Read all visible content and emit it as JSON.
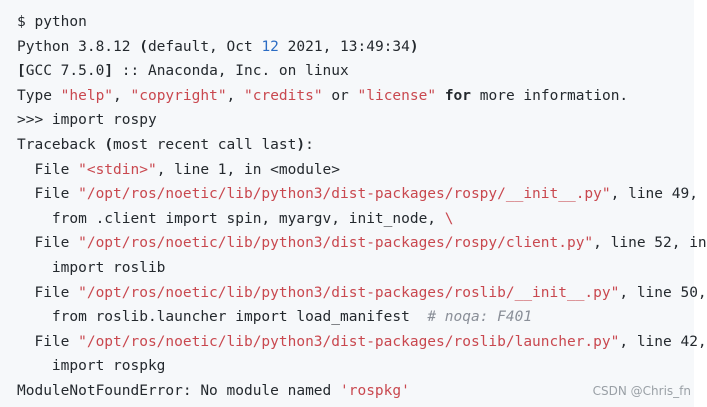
{
  "terminal": {
    "lines": [
      {
        "text": "$ python",
        "segments": [
          {
            "t": "$ python"
          }
        ]
      },
      {
        "text": "Python 3.8.12 (default, Oct 12 2021, 13:49:34)",
        "segments": [
          {
            "t": "Python 3.8.12 "
          },
          {
            "t": "(",
            "c": "bold"
          },
          {
            "t": "default, Oct "
          },
          {
            "t": "12",
            "c": "num"
          },
          {
            "t": " 2021, 13:49:34"
          },
          {
            "t": ")",
            "c": "bold"
          }
        ]
      },
      {
        "text": "[GCC 7.5.0] :: Anaconda, Inc. on linux",
        "segments": [
          {
            "t": "[",
            "c": "bold"
          },
          {
            "t": "GCC 7.5.0"
          },
          {
            "t": "]",
            "c": "bold"
          },
          {
            "t": " :: Anaconda, Inc. on linux"
          }
        ]
      },
      {
        "text": "Type \"help\", \"copyright\", \"credits\" or \"license\" for more information.",
        "segments": [
          {
            "t": "Type "
          },
          {
            "t": "\"help\"",
            "c": "str"
          },
          {
            "t": ", "
          },
          {
            "t": "\"copyright\"",
            "c": "str"
          },
          {
            "t": ", "
          },
          {
            "t": "\"credits\"",
            "c": "str"
          },
          {
            "t": " or "
          },
          {
            "t": "\"license\"",
            "c": "str"
          },
          {
            "t": " "
          },
          {
            "t": "for",
            "c": "kw"
          },
          {
            "t": " more information."
          }
        ]
      },
      {
        "text": ">>> import rospy",
        "segments": [
          {
            "t": ">>> import rospy"
          }
        ]
      },
      {
        "text": "Traceback (most recent call last):",
        "segments": [
          {
            "t": "Traceback "
          },
          {
            "t": "(",
            "c": "bold"
          },
          {
            "t": "most recent call last"
          },
          {
            "t": ")",
            "c": "bold"
          },
          {
            "t": ":"
          }
        ]
      },
      {
        "text": "  File \"<stdin>\", line 1, in <module>",
        "segments": [
          {
            "t": "  File "
          },
          {
            "t": "\"<stdin>\"",
            "c": "str"
          },
          {
            "t": ", line 1, in <module>"
          }
        ]
      },
      {
        "text": "  File \"/opt/ros/noetic/lib/python3/dist-packages/rospy/__init__.py\", line 49,",
        "segments": [
          {
            "t": "  File "
          },
          {
            "t": "\"/opt/ros/noetic/lib/python3/dist-packages/rospy/__init__.py\"",
            "c": "str"
          },
          {
            "t": ", line 49,"
          }
        ]
      },
      {
        "text": "    from .client import spin, myargv, init_node, \\",
        "segments": [
          {
            "t": "    from .client import spin, myargv, init_node, "
          },
          {
            "t": "\\",
            "c": "str"
          }
        ]
      },
      {
        "text": "  File \"/opt/ros/noetic/lib/python3/dist-packages/rospy/client.py\", line 52, in",
        "segments": [
          {
            "t": "  File "
          },
          {
            "t": "\"/opt/ros/noetic/lib/python3/dist-packages/rospy/client.py\"",
            "c": "str"
          },
          {
            "t": ", line 52, in"
          }
        ]
      },
      {
        "text": "    import roslib",
        "segments": [
          {
            "t": "    import roslib"
          }
        ]
      },
      {
        "text": "  File \"/opt/ros/noetic/lib/python3/dist-packages/roslib/__init__.py\", line 50,",
        "segments": [
          {
            "t": "  File "
          },
          {
            "t": "\"/opt/ros/noetic/lib/python3/dist-packages/roslib/__init__.py\"",
            "c": "str"
          },
          {
            "t": ", line 50,"
          }
        ]
      },
      {
        "text": "    from roslib.launcher import load_manifest  # noqa: F401",
        "segments": [
          {
            "t": "    from roslib.launcher import load_manifest  "
          },
          {
            "t": "# noqa: F401",
            "c": "cmt"
          }
        ]
      },
      {
        "text": "  File \"/opt/ros/noetic/lib/python3/dist-packages/roslib/launcher.py\", line 42,",
        "segments": [
          {
            "t": "  File "
          },
          {
            "t": "\"/opt/ros/noetic/lib/python3/dist-packages/roslib/launcher.py\"",
            "c": "str"
          },
          {
            "t": ", line 42,"
          }
        ]
      },
      {
        "text": "    import rospkg",
        "segments": [
          {
            "t": "    import rospkg"
          }
        ]
      },
      {
        "text": "ModuleNotFoundError: No module named 'rospkg'",
        "segments": [
          {
            "t": "ModuleNotFoundError: No module named "
          },
          {
            "t": "'rospkg'",
            "c": "str"
          }
        ]
      }
    ]
  },
  "watermark": "CSDN @Chris_fn",
  "colors": {
    "background": "#f6f8fa",
    "text": "#24292e",
    "string": "#c9484f",
    "number": "#2b6cc4",
    "comment": "#8a8f98"
  }
}
